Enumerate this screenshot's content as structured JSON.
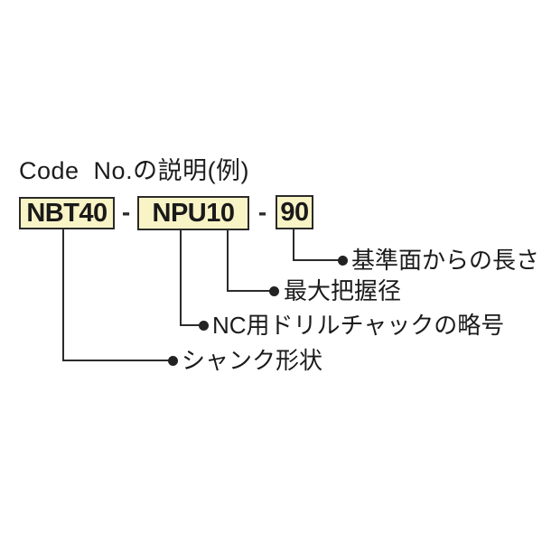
{
  "title": "Code  No.の説明(例)",
  "separator": "-",
  "colors": {
    "background": "#ffffff",
    "box_fill": "#f9f4c6",
    "box_border": "#2a2a2a",
    "line": "#2b2b2b",
    "text": "#1b1b1b"
  },
  "code": {
    "segments": [
      "NBT40",
      "NPU10",
      "90"
    ]
  },
  "legend": [
    {
      "label": "基準面からの長さ",
      "connects_to": "90"
    },
    {
      "label": "最大把握径",
      "connects_to": "NPU10"
    },
    {
      "label": "NC用ドリルチャックの略号",
      "connects_to": "NPU10"
    },
    {
      "label": "シャンク形状",
      "connects_to": "NBT40"
    }
  ]
}
